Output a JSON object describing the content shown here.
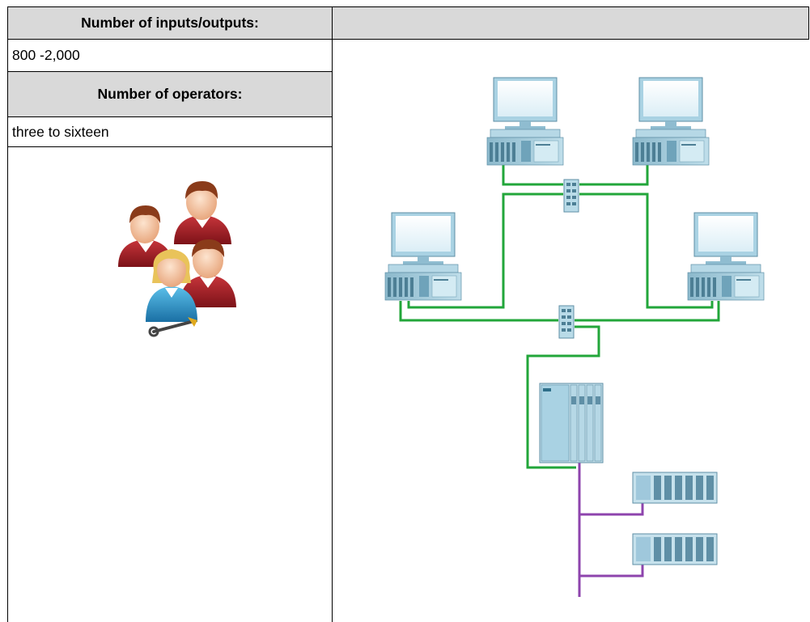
{
  "table": {
    "header_io": "Number of inputs/outputs:",
    "value_io": "800 -2,000",
    "header_operators": "Number of operators:",
    "value_operators": "three to sixteen"
  },
  "icons": {
    "operators": "operators-group-icon",
    "workstation": "pc-workstation-icon",
    "switch": "network-switch-icon",
    "controller": "plc-controller-icon",
    "io_station": "distributed-io-icon"
  },
  "colors": {
    "header_bg": "#d9d9d9",
    "ethernet": "#22a63a",
    "fieldbus": "#8e44ad",
    "device": "#9fc8dc",
    "device_dark": "#5f8fa6"
  }
}
